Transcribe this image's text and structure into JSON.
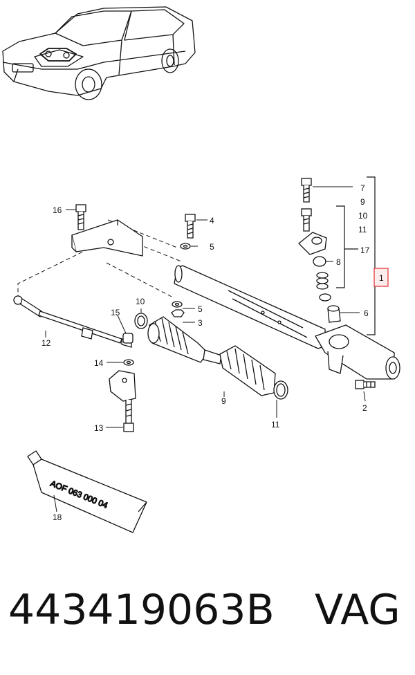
{
  "callouts": {
    "c1": "1",
    "c2": "2",
    "c3": "3",
    "c4": "4",
    "c5a": "5",
    "c5b": "5",
    "c6": "6",
    "c7": "7",
    "c8": "8",
    "c9a": "9",
    "c9b": "9",
    "c10a": "10",
    "c10b": "10",
    "c11a": "11",
    "c11b": "11",
    "c12": "12",
    "c13": "13",
    "c14": "14",
    "c15": "15",
    "c16": "16",
    "c17": "17",
    "c18": "18"
  },
  "tube_label": "AOF 063 000 04",
  "part_number": "443419063B",
  "brand": "VAG",
  "colors": {
    "highlight": "#e03030",
    "line": "#111111"
  }
}
